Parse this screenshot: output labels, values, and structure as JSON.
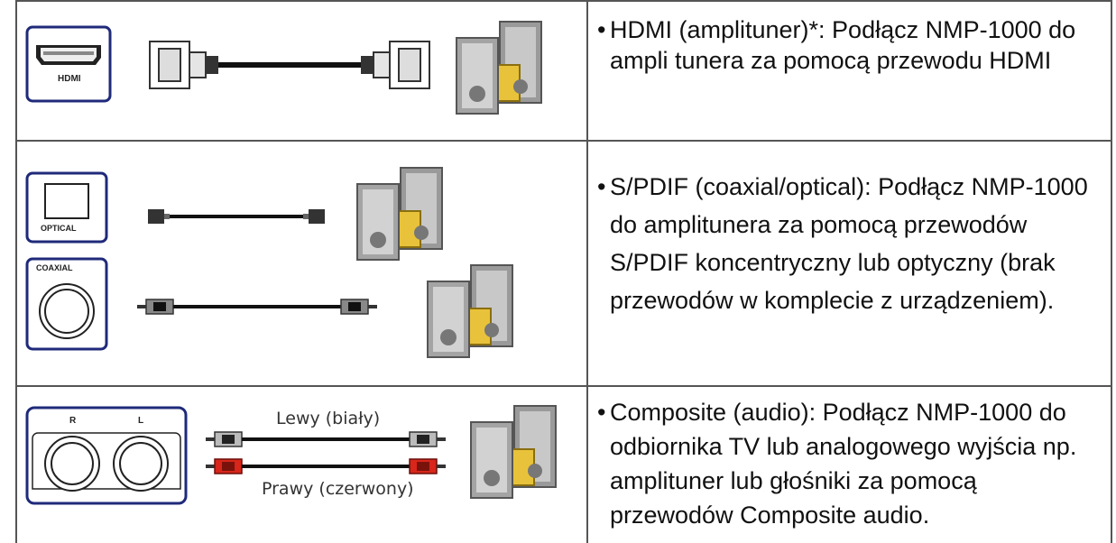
{
  "rows": [
    {
      "port_label": "HDMI",
      "description": "HDMI (amplituner)*: Podłącz NMP-1000 do ampli tunera za pomocą przewodu HDMI"
    },
    {
      "port_labels": [
        "OPTICAL",
        "COAXIAL"
      ],
      "description": "S/PDIF (coaxial/optical): Podłącz NMP-1000 do amplitunera za pomocą przewodów S/PDIF koncentryczny lub optyczny (brak przewodów w komplecie z urządzeniem)."
    },
    {
      "port_labels": [
        "R",
        "L"
      ],
      "cable_labels": [
        "Lewy (biały)",
        "Prawy (czerwony)"
      ],
      "description": "Composite (audio): Podłącz NMP-1000 do odbiornika TV lub analogowego wyjścia np. amplituner lub głośniki za pomocą przewodów Composite audio."
    }
  ],
  "bullet": "•",
  "icons": [
    "hdmi-port-icon",
    "hdmi-cable-icon",
    "speaker-icon",
    "optical-port-icon",
    "optical-cable-icon",
    "coaxial-port-icon",
    "coaxial-cable-icon",
    "rca-port-icon",
    "rca-cable-white-icon",
    "rca-cable-red-icon"
  ],
  "colors": {
    "port_frame": "#1f2a7a",
    "rca_red": "#d8261b",
    "speaker_accent": "#e8c23a"
  }
}
